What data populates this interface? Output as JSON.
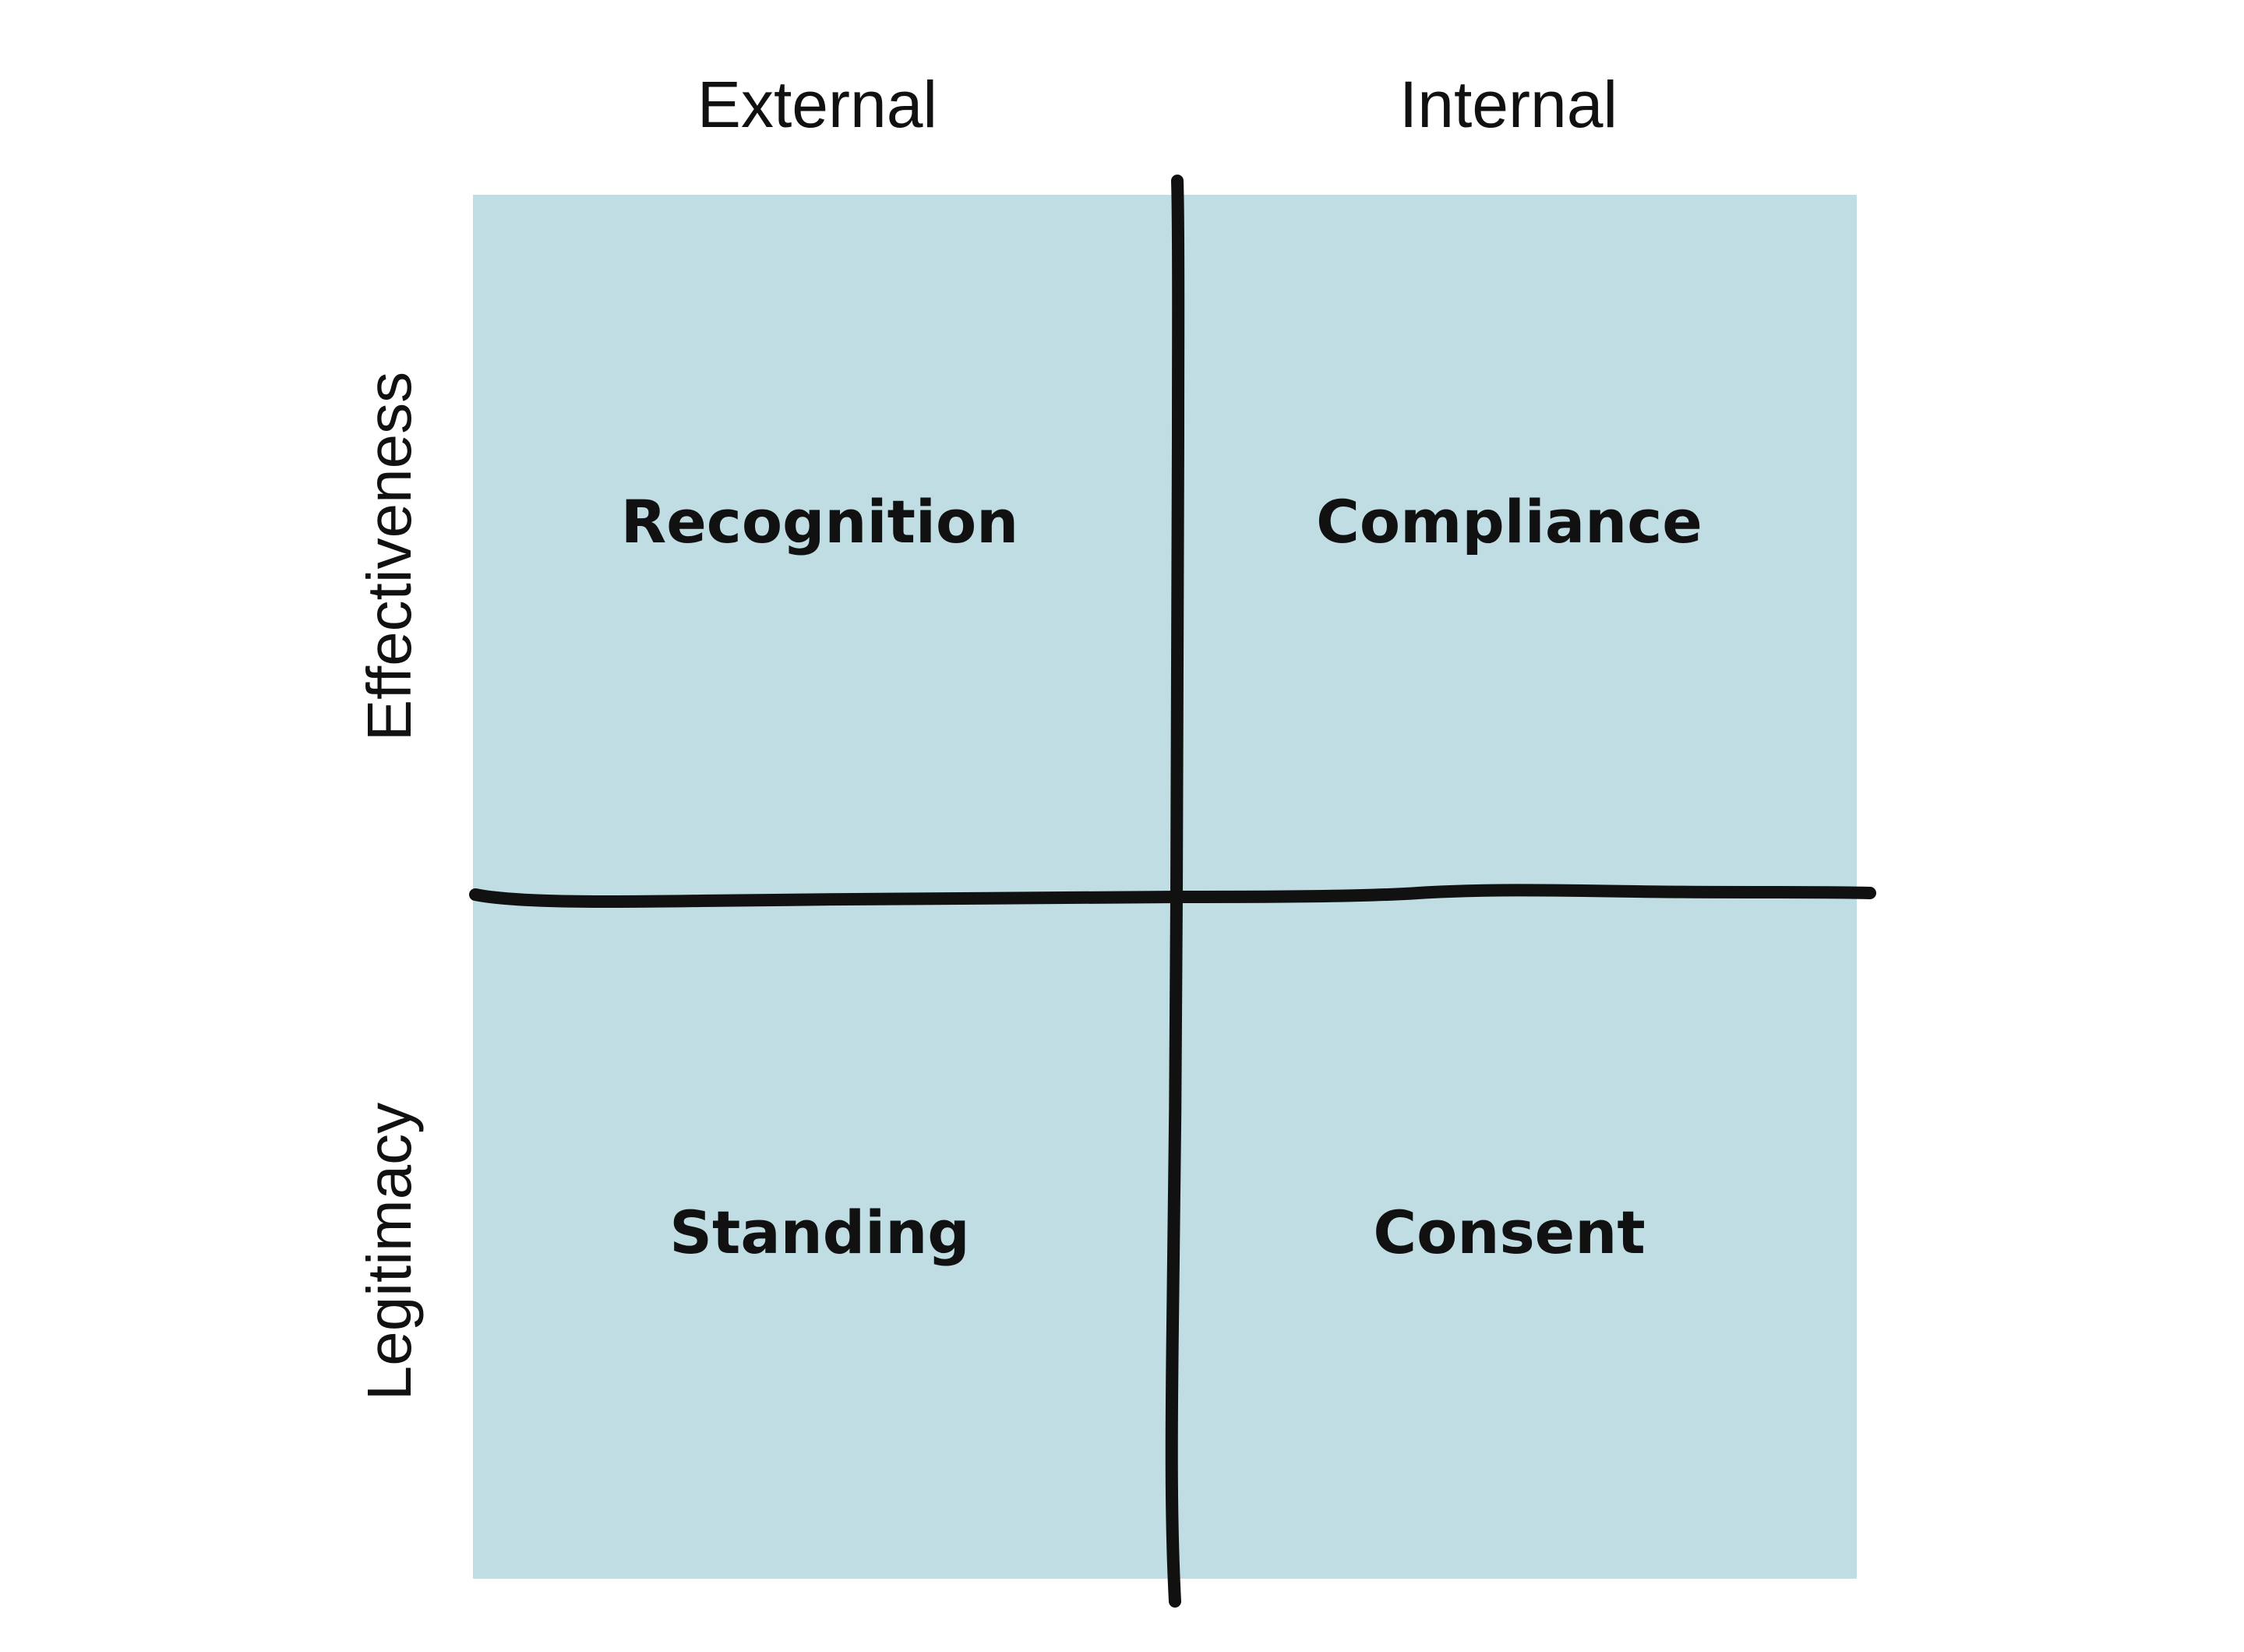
{
  "columns": {
    "left": "External",
    "right": "Internal"
  },
  "rows": {
    "top": "Effectiveness",
    "bottom": "Legitimacy"
  },
  "quadrants": {
    "top_left": "Recognition",
    "top_right": "Compliance",
    "bottom_left": "Standing",
    "bottom_right": "Consent"
  },
  "colors": {
    "quadrant_fill": "#bfdde2",
    "axis_stroke": "#111111",
    "background": "#ffffff"
  }
}
